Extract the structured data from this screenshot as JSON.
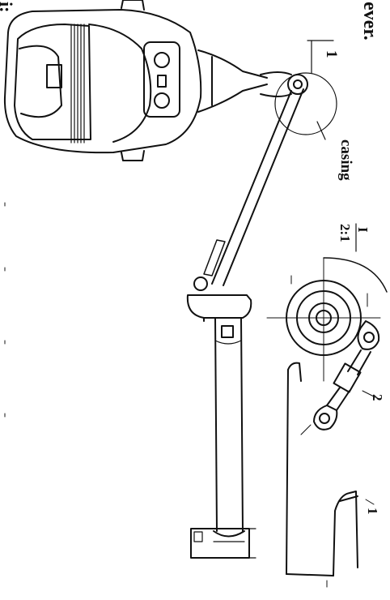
{
  "header_fragment": "ever.",
  "margin_fragment": "i:",
  "callouts": {
    "casing_number": "1",
    "casing_label": "casing",
    "detail_ref": "I",
    "detail_scale": "2:1",
    "detail_part_2": "2",
    "detail_part_1": "1"
  }
}
